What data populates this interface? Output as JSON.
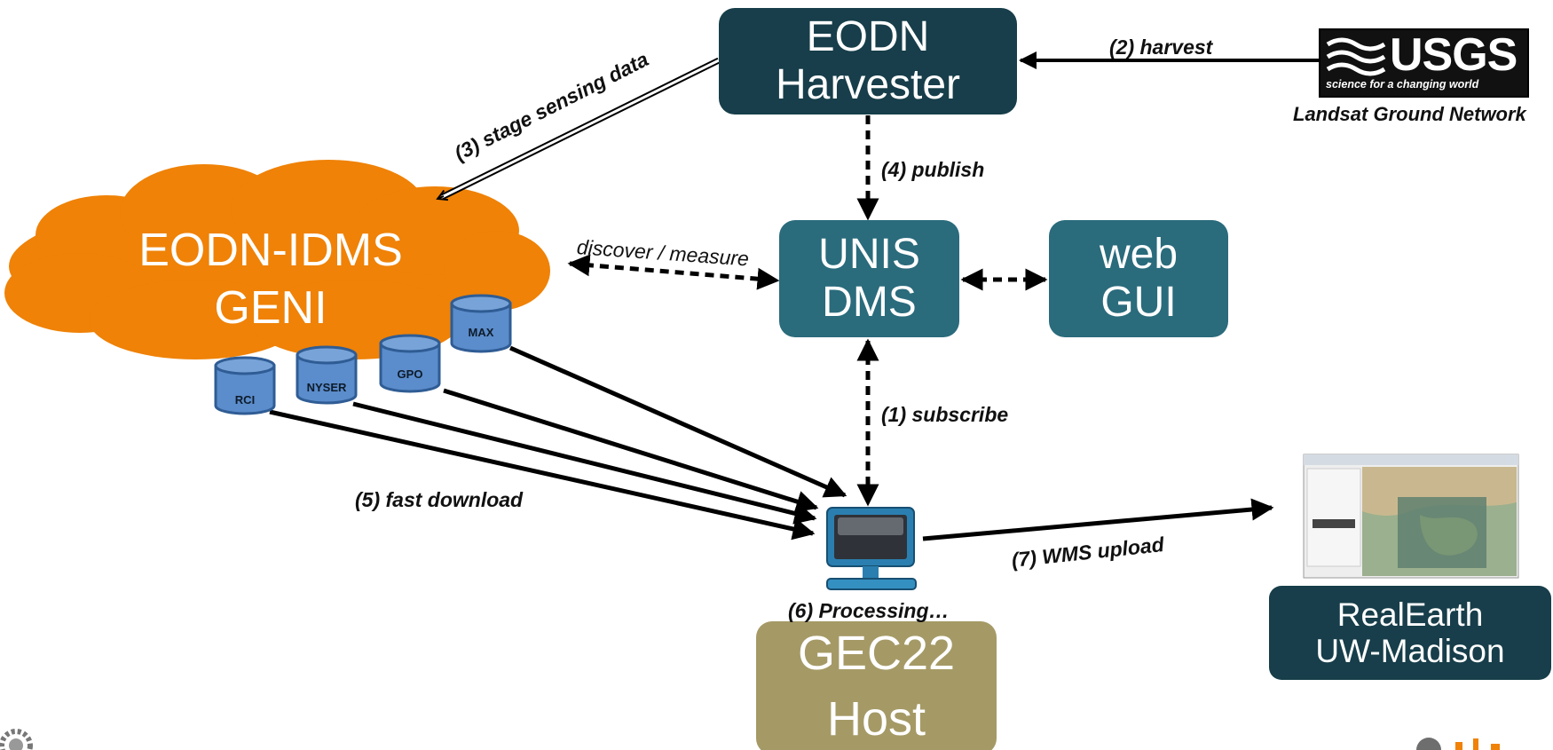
{
  "nodes": {
    "harvester": {
      "line1": "EODN",
      "line2": "Harvester"
    },
    "unis": {
      "line1": "UNIS",
      "line2": "DMS"
    },
    "webgui": {
      "line1": "web",
      "line2": "GUI"
    },
    "cloud": {
      "line1": "EODN-IDMS",
      "line2": "GENI"
    },
    "gec": {
      "line1": "GEC22",
      "line2": "Host"
    },
    "realearth": {
      "line1": "RealEarth",
      "line2": "UW-Madison"
    },
    "usgs": {
      "logo_text": "USGS",
      "tagline": "science for a changing world",
      "caption": "Landsat Ground Network"
    }
  },
  "depots": [
    "RCI",
    "NYSER",
    "GPO",
    "MAX"
  ],
  "edges": {
    "harvest": "(2) harvest",
    "stage": "(3) stage sensing data",
    "publish": "(4) publish",
    "discover": "discover / measure",
    "subscribe": "(1) subscribe",
    "fast_download": "(5) fast download",
    "processing": "(6) Processing…",
    "wms_upload": "(7) WMS upload"
  },
  "colors": {
    "dark_box": "#173e4a",
    "teal_box": "#2a6b7c",
    "olive_box": "#a59a66",
    "cloud": "#ef8207",
    "cylinder": "#5b8ccb"
  }
}
